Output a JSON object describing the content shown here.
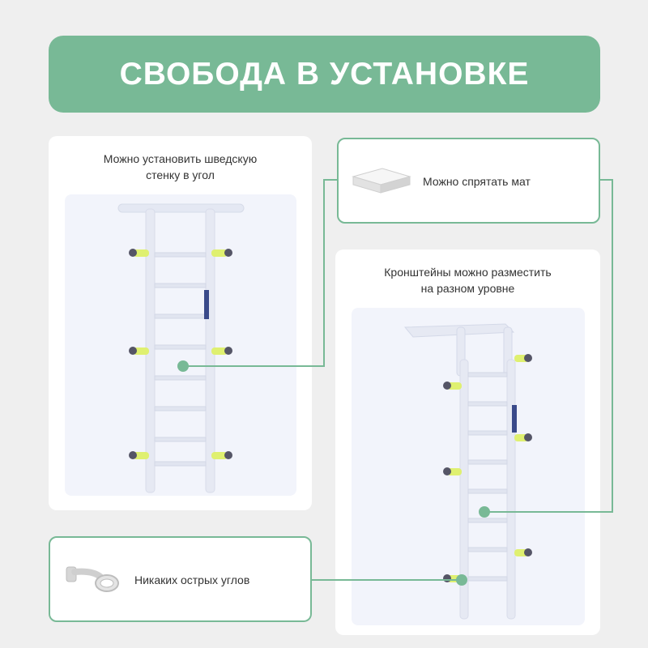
{
  "banner": {
    "title": "СВОБОДА В УСТАНОВКЕ"
  },
  "card_corner": {
    "caption_line1": "Можно установить шведскую",
    "caption_line2": "стенку в угол"
  },
  "card_mat": {
    "label": "Можно спрятать мат"
  },
  "card_brackets": {
    "caption_line1": "Кронштейны можно разместить",
    "caption_line2": "на разном уровне"
  },
  "card_corners": {
    "label": "Никаких острых углов"
  },
  "colors": {
    "accent": "#78b996",
    "bracket": "#dff070",
    "frame": "#e4e8f3"
  }
}
